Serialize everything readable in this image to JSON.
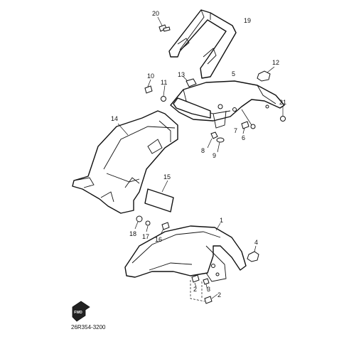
{
  "diagram": {
    "code": "26R354-3200",
    "arrow_label": "FWD",
    "callouts": [
      "1",
      "2",
      "2",
      "3",
      "4",
      "5",
      "6",
      "7",
      "8",
      "9",
      "10",
      "11",
      "12",
      "13",
      "14",
      "15",
      "16",
      "17",
      "18",
      "19",
      "20",
      "21"
    ]
  }
}
